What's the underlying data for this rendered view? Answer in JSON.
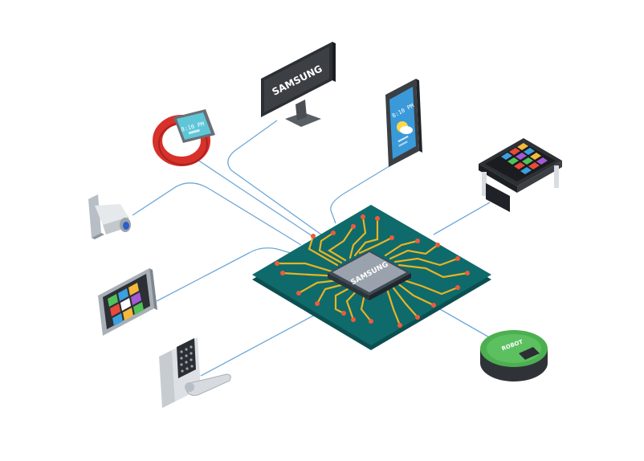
{
  "chip": {
    "brand": "SAMSUNG"
  },
  "tv": {
    "brand": "SAMSUNG"
  },
  "watch": {
    "time": "8:10 PM"
  },
  "phone": {
    "time": "8:10 PM"
  },
  "robot": {
    "label": "ROBOT"
  },
  "colors": {
    "board": "#0f6a6b",
    "board_edge": "#0b4f50",
    "trace": "#e9b324",
    "pad": "#ef5a3c",
    "wire": "#6ea8d8",
    "chip_body": "#9aa3ad",
    "watch_band": "#d8302a",
    "phone_screen": "#3a9ad9",
    "robot_green": "#4caf50"
  }
}
